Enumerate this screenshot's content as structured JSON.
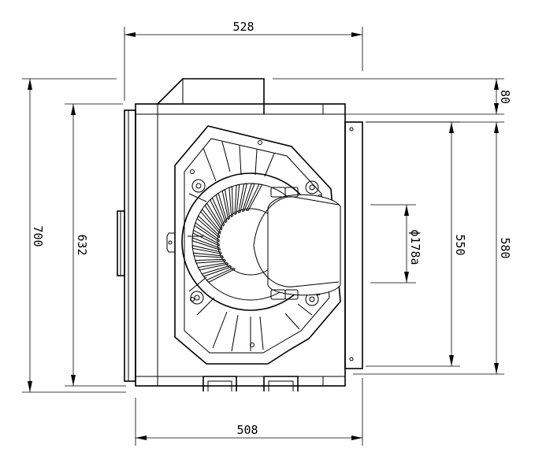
{
  "dimensions": {
    "top_width": "528",
    "bottom_width": "508",
    "overall_height": "700",
    "body_height": "632",
    "top_offset": "80",
    "outer_height_right": "580",
    "inner_height_right": "550",
    "outlet_diameter": "ϕ178a"
  }
}
